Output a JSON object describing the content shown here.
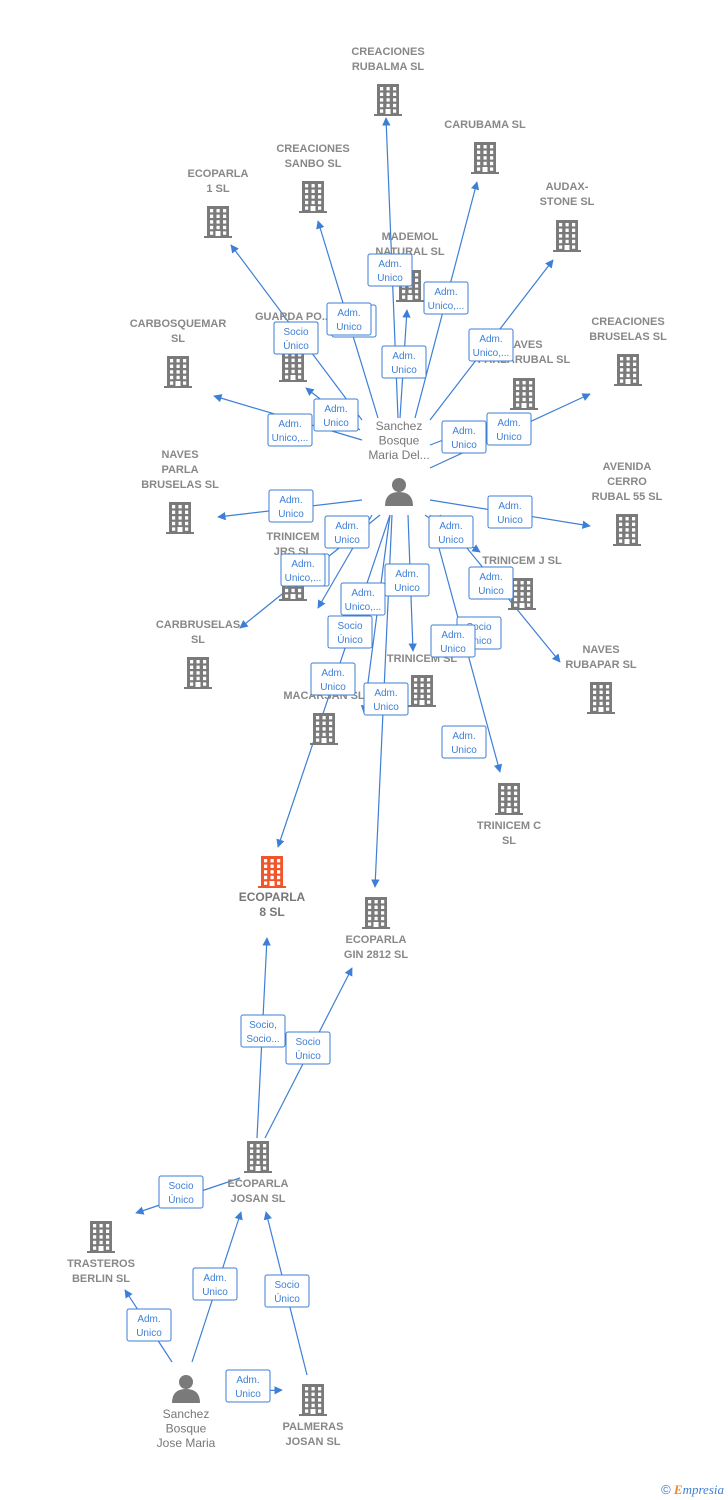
{
  "nodes": [
    {
      "id": "creaciones_rubalma",
      "type": "company",
      "label": [
        "CREACIONES",
        "RUBALMA SL"
      ]
    },
    {
      "id": "carubama",
      "type": "company",
      "label": [
        "CARUBAMA  SL"
      ]
    },
    {
      "id": "creaciones_sanbo",
      "type": "company",
      "label": [
        "CREACIONES",
        "SANBO  SL"
      ]
    },
    {
      "id": "ecoparla1",
      "type": "company",
      "label": [
        "ECOPARLA",
        "1  SL"
      ]
    },
    {
      "id": "audax",
      "type": "company",
      "label": [
        "AUDAX-",
        "STONE SL"
      ]
    },
    {
      "id": "mademol",
      "type": "company",
      "label": [
        "MADEMOL",
        "NATURAL  SL"
      ]
    },
    {
      "id": "guarda",
      "type": "company",
      "label": [
        "GUARDA PO..."
      ]
    },
    {
      "id": "carbosquemar",
      "type": "company",
      "label": [
        "CARBOSQUEMAR",
        "SL"
      ]
    },
    {
      "id": "naves_parlarubal",
      "type": "company",
      "label": [
        "NAVES",
        "PARLARUBAL SL"
      ]
    },
    {
      "id": "creaciones_bruselas",
      "type": "company",
      "label": [
        "CREACIONES",
        "BRUSELAS SL"
      ]
    },
    {
      "id": "naves_parla_bruselas",
      "type": "company",
      "label": [
        "NAVES",
        "PARLA",
        "BRUSELAS SL"
      ]
    },
    {
      "id": "avenida",
      "type": "company",
      "label": [
        "AVENIDA",
        "CERRO",
        "RUBAL 55 SL"
      ]
    },
    {
      "id": "trinicem_jrs",
      "type": "company",
      "label": [
        "TRINICEM",
        "JRS  SL"
      ]
    },
    {
      "id": "trinicem_j",
      "type": "company",
      "label": [
        "TRINICEM J  SL"
      ]
    },
    {
      "id": "carbruselas",
      "type": "company",
      "label": [
        "CARBRUSELAS",
        "SL"
      ]
    },
    {
      "id": "naves_rubapar",
      "type": "company",
      "label": [
        "NAVES",
        "RUBAPAR SL"
      ]
    },
    {
      "id": "trinicem",
      "type": "company",
      "label": [
        "TRINICEM  SL"
      ]
    },
    {
      "id": "macarsan",
      "type": "company",
      "label": [
        "MACARSAN  SL"
      ]
    },
    {
      "id": "trinicem_c",
      "type": "company",
      "label": [
        "TRINICEM C",
        "SL"
      ]
    },
    {
      "id": "ecoparla8",
      "type": "focus",
      "label": [
        "ECOPARLA",
        "8  SL"
      ]
    },
    {
      "id": "ecoparla_gin",
      "type": "company",
      "label": [
        "ECOPARLA",
        "GIN 2812  SL"
      ]
    },
    {
      "id": "ecoparla_josan",
      "type": "company",
      "label": [
        "ECOPARLA",
        "JOSAN  SL"
      ]
    },
    {
      "id": "trasteros",
      "type": "company",
      "label": [
        "TRASTEROS",
        "BERLIN  SL"
      ]
    },
    {
      "id": "palmeras",
      "type": "company",
      "label": [
        "PALMERAS",
        "JOSAN  SL"
      ]
    },
    {
      "id": "sanchez_maria",
      "type": "person",
      "label": [
        "Sanchez",
        "Bosque",
        "Maria Del..."
      ]
    },
    {
      "id": "sanchez_jose",
      "type": "person",
      "label": [
        "Sanchez",
        "Bosque",
        "Jose Maria"
      ]
    }
  ],
  "edges": [
    {
      "from": "sanchez_maria",
      "to": "creaciones_rubalma",
      "label": [
        "Adm.",
        "Unico"
      ]
    },
    {
      "from": "sanchez_maria",
      "to": "carubama",
      "label": [
        "Adm.",
        "Unico,..."
      ]
    },
    {
      "from": "sanchez_maria",
      "to": "creaciones_sanbo",
      "label": [
        "Socio",
        "Único"
      ]
    },
    {
      "from": "sanchez_maria",
      "to": "ecoparla1",
      "label": [
        "Adm.",
        "Unico"
      ]
    },
    {
      "from": "sanchez_maria",
      "to": "audax",
      "label": [
        "Adm.",
        "Unico,..."
      ]
    },
    {
      "from": "sanchez_maria",
      "to": "mademol",
      "label": [
        "Adm.",
        "Unico"
      ]
    },
    {
      "from": "sanchez_maria",
      "to": "guarda",
      "label": [
        "Adm.",
        "Unico"
      ]
    },
    {
      "from": "sanchez_maria",
      "to": "carbosquemar",
      "label": [
        "Adm.",
        "Unico,..."
      ]
    },
    {
      "from": "sanchez_maria",
      "to": "naves_parlarubal",
      "label": [
        "Adm.",
        "Unico"
      ]
    },
    {
      "from": "sanchez_maria",
      "to": "creaciones_bruselas",
      "label": [
        "Adm.",
        "Unico"
      ]
    },
    {
      "from": "sanchez_maria",
      "to": "naves_parla_bruselas",
      "label": [
        "Adm.",
        "Unico"
      ]
    },
    {
      "from": "sanchez_maria",
      "to": "avenida",
      "label": [
        "Adm.",
        "Unico"
      ]
    },
    {
      "from": "sanchez_maria",
      "to": "trinicem_jrs",
      "label": [
        "Adm.",
        "Unico"
      ]
    },
    {
      "from": "sanchez_maria",
      "to": "trinicem_j",
      "label": [
        "Adm.",
        "Unico"
      ]
    },
    {
      "from": "sanchez_maria",
      "to": "carbruselas",
      "label": [
        "Adm.",
        "Unico,..."
      ]
    },
    {
      "from": "sanchez_maria",
      "to": "naves_rubapar",
      "label": [
        "Adm.",
        "Unico"
      ]
    },
    {
      "from": "sanchez_maria",
      "to": "trinicem",
      "label": [
        "Adm.",
        "Unico"
      ]
    },
    {
      "from": "sanchez_maria",
      "to": "macarsan",
      "label": [
        "Adm.",
        "Unico,..."
      ]
    },
    {
      "from": "sanchez_maria",
      "to": "trinicem_c",
      "label": [
        "Socio",
        "Único"
      ]
    },
    {
      "from": "sanchez_maria",
      "to": "ecoparla8",
      "label": [
        "Adm.",
        "Unico"
      ]
    },
    {
      "from": "sanchez_maria",
      "to": "ecoparla_gin",
      "label": [
        "Adm.",
        "Unico"
      ]
    },
    {
      "from": "ecoparla_josan",
      "to": "ecoparla8",
      "label": [
        "Socio,",
        "Socio..."
      ]
    },
    {
      "from": "ecoparla_josan",
      "to": "ecoparla_gin",
      "label": [
        "Socio",
        "Único"
      ]
    },
    {
      "from": "ecoparla_josan",
      "to": "trasteros",
      "label": [
        "Socio",
        "Único"
      ]
    },
    {
      "from": "sanchez_jose",
      "to": "trasteros",
      "label": [
        "Adm.",
        "Unico"
      ]
    },
    {
      "from": "sanchez_jose",
      "to": "ecoparla_josan",
      "label": [
        "Adm.",
        "Unico"
      ]
    },
    {
      "from": "palmeras",
      "to": "ecoparla_josan",
      "label": [
        "Socio",
        "Único"
      ]
    },
    {
      "from": "sanchez_jose",
      "to": "palmeras",
      "label": [
        "Adm.",
        "Unico"
      ]
    }
  ],
  "extra_labels": [
    {
      "label": [
        "Adm.",
        "Unico"
      ]
    },
    {
      "label": [
        "Adm.",
        "Unico"
      ]
    },
    {
      "label": [
        "Adm.",
        "Unico,..."
      ]
    },
    {
      "label": [
        "Socio",
        "Único"
      ]
    },
    {
      "label": [
        "Adm.",
        "Unico"
      ]
    },
    {
      "label": [
        "Socio",
        "Único"
      ]
    }
  ],
  "colors": {
    "edge": "#3d7fd6",
    "company_icon": "#7a7a7a",
    "focus_icon": "#f0562a",
    "person_icon": "#7a7a7a",
    "label": "#888888"
  },
  "footer": {
    "copyright": "©",
    "brand_e": "E",
    "brand_rest": "mpresia"
  }
}
